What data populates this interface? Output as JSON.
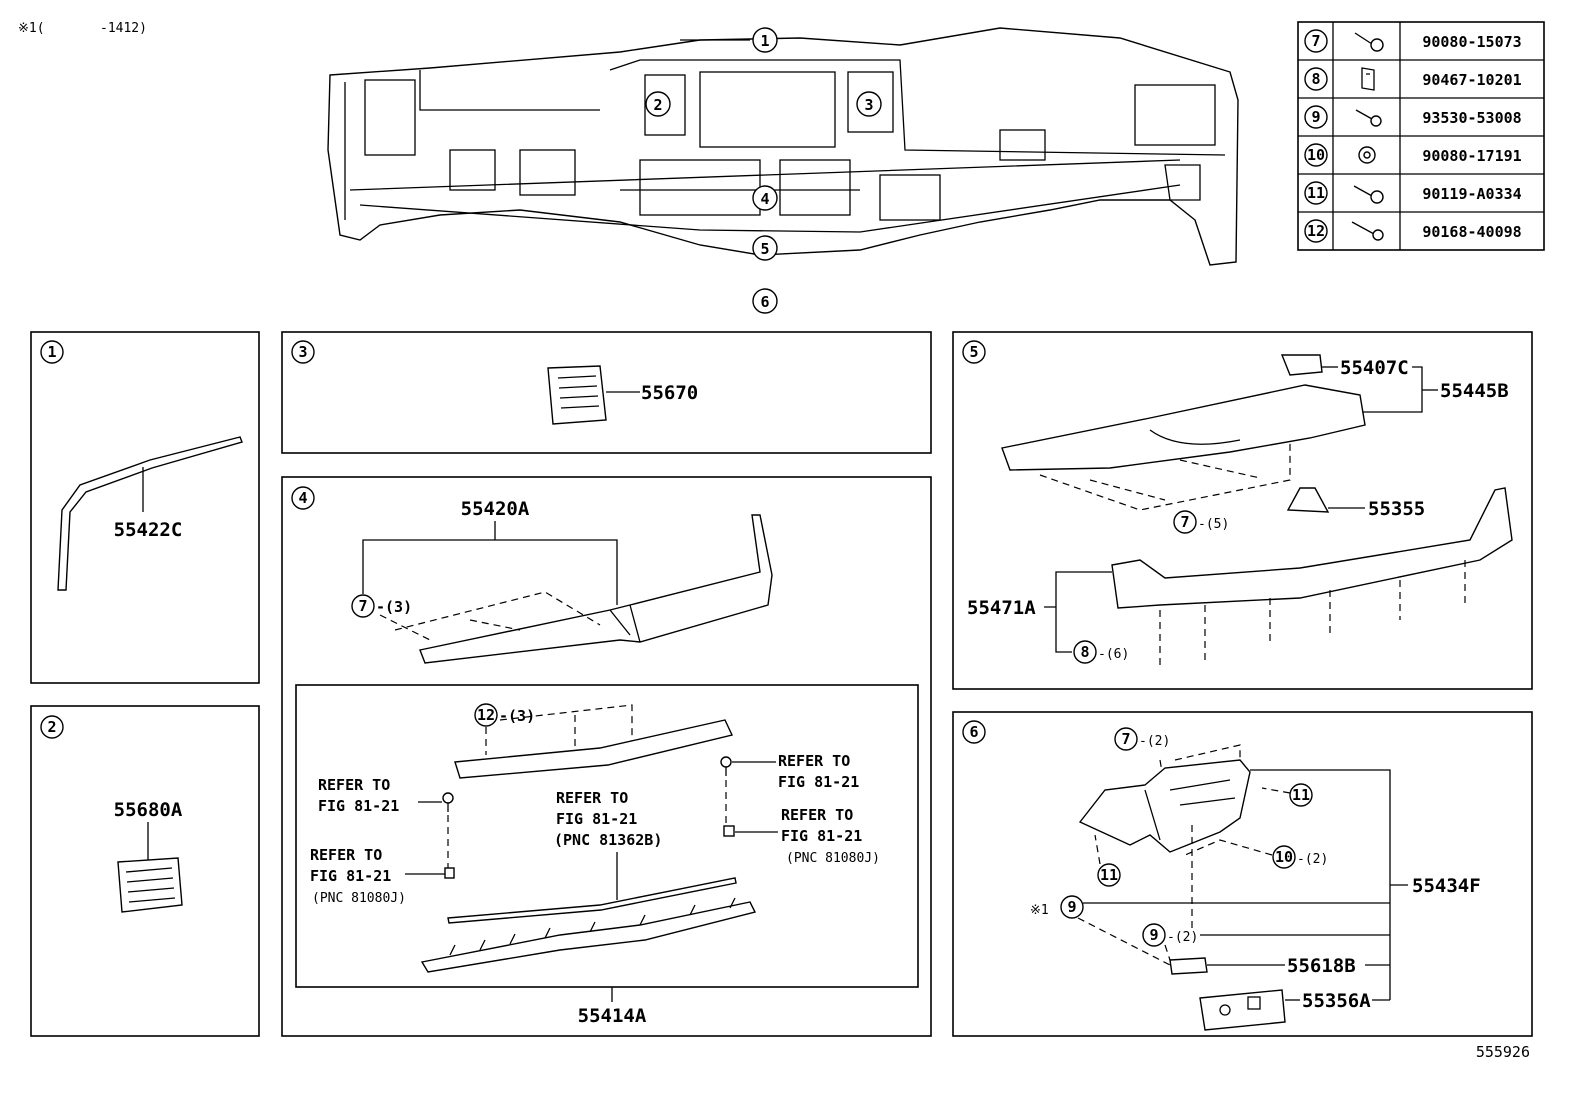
{
  "header": {
    "note_left": "※1(",
    "note_right": "-1412)"
  },
  "diagram_id": "555926",
  "overview": {
    "callouts": [
      "1",
      "2",
      "3",
      "4",
      "5",
      "6"
    ]
  },
  "fastener_table": [
    {
      "ref": "7",
      "part_no": "90080-15073"
    },
    {
      "ref": "8",
      "part_no": "90467-10201"
    },
    {
      "ref": "9",
      "part_no": "93530-53008"
    },
    {
      "ref": "10",
      "part_no": "90080-17191"
    },
    {
      "ref": "11",
      "part_no": "90119-A0334"
    },
    {
      "ref": "12",
      "part_no": "90168-40098"
    }
  ],
  "panel1": {
    "num": "1",
    "part": "55422C"
  },
  "panel2": {
    "num": "2",
    "part": "55680A"
  },
  "panel3": {
    "num": "3",
    "part": "55670"
  },
  "panel4": {
    "num": "4",
    "part_top": "55420A",
    "part_bottom": "55414A",
    "c7": "7",
    "c7_qty": "-(3)",
    "c12": "12",
    "c12_qty": "-(3)",
    "ref_a1": "REFER TO",
    "ref_a2": "FIG 81-21",
    "ref_b1": "REFER TO",
    "ref_b2": "FIG 81-21",
    "ref_b3": "(PNC 81080J)",
    "ref_c1": "REFER TO",
    "ref_c2": "FIG 81-21",
    "ref_c3": "(PNC 81362B)",
    "ref_d1": "REFER TO",
    "ref_d2": "FIG 81-21",
    "ref_e1": "REFER TO",
    "ref_e2": "FIG 81-21",
    "ref_e3": "(PNC 81080J)"
  },
  "panel5": {
    "num": "5",
    "p1": "55407C",
    "p2": "55445B",
    "p3": "55355",
    "p4": "55471A",
    "c7": "7",
    "c7_qty": "-(5)",
    "c8": "8",
    "c8_qty": "-(6)"
  },
  "panel6": {
    "num": "6",
    "p1": "55434F",
    "p2": "55618B",
    "p3": "55356A",
    "c7": "7",
    "c7_qty": "-(2)",
    "c11a": "11",
    "c11b": "11",
    "c10": "10",
    "c10_qty": "-(2)",
    "c9a": "9",
    "c9a_mark": "※1",
    "c9b": "9",
    "c9b_qty": "-(2)"
  }
}
